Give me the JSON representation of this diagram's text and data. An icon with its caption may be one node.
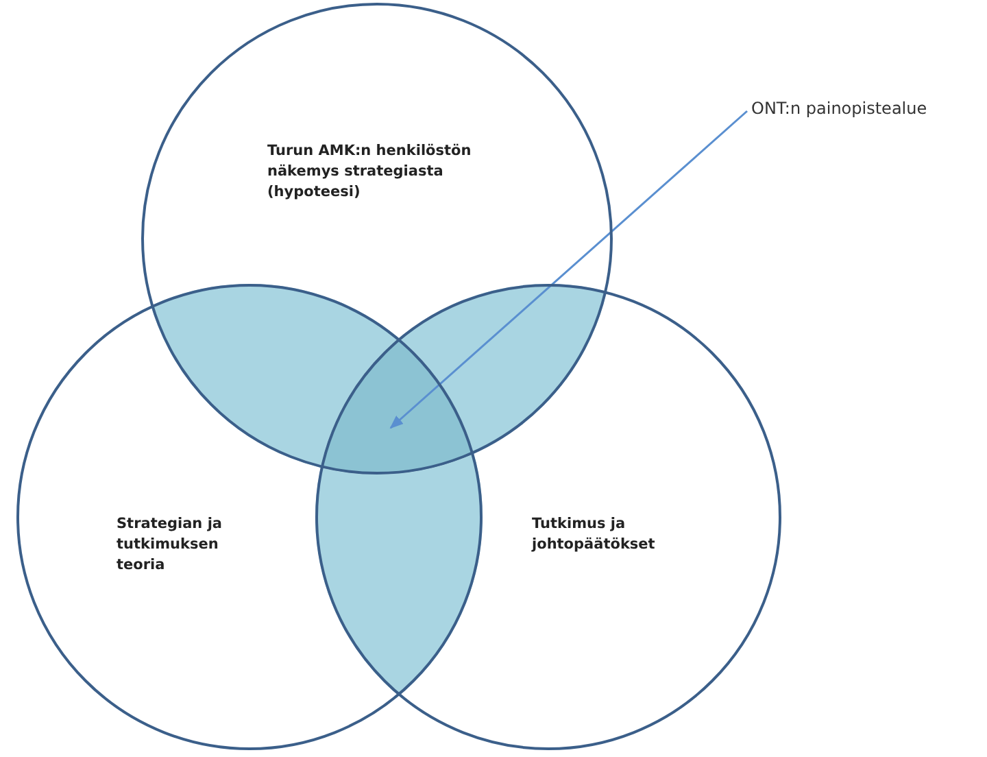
{
  "diagram": {
    "nodes": [
      {
        "text": [
          "Turun AMK:n henkilöstön näkemys strategiasta (hypoteesi)"
        ]
      },
      {
        "text": [
          "Strategian ja tutkimuksen teoria"
        ]
      },
      {
        "text": [
          "Tutkimus ja johtopäätökset"
        ]
      },
      {
        "text": [
          "ONT:n painopistealue"
        ]
      },
      {
        "text": [],
        "shape": "lens"
      },
      {
        "text": [],
        "shape": "lens"
      },
      {
        "text": [],
        "shape": "lens"
      },
      {
        "text": [],
        "shape": "lens"
      }
    ],
    "edges": [
      {
        "from": 3,
        "to": 6,
        "arrow": "to"
      }
    ]
  }
}
